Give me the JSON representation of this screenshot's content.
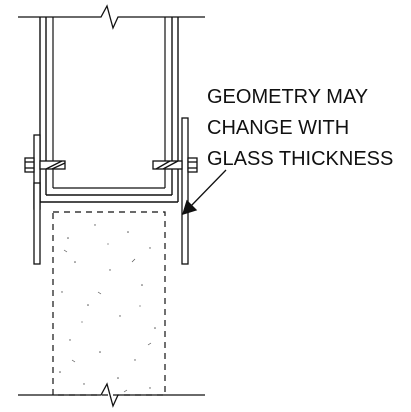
{
  "drawing": {
    "note": {
      "line1": "GEOMETRY MAY",
      "line2": "CHANGE WITH",
      "line3": "GLASS THICKNESS"
    },
    "colors": {
      "line": "#111111",
      "background": "#ffffff"
    }
  }
}
